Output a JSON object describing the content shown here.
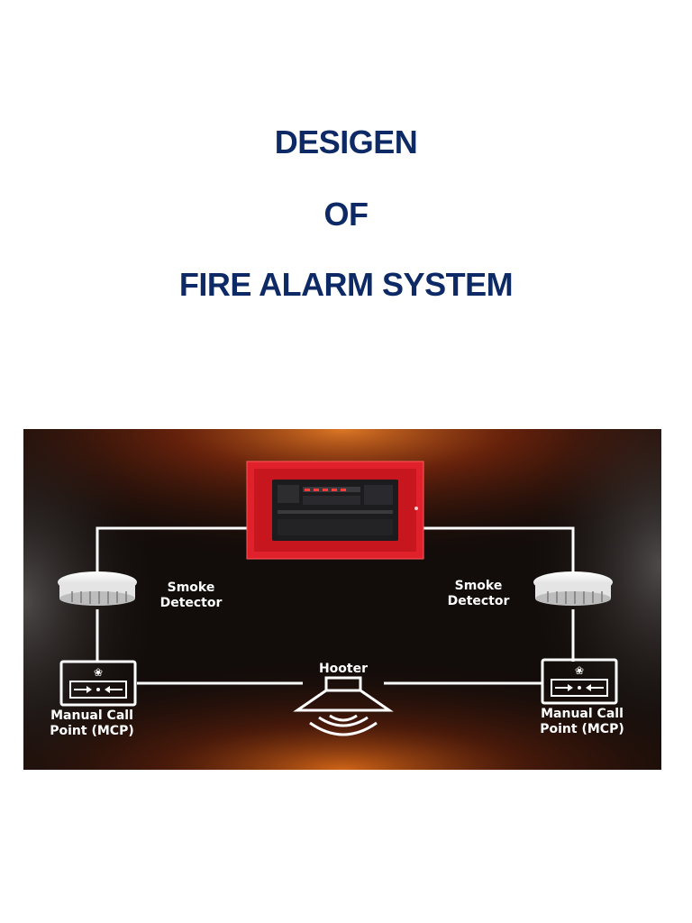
{
  "title": {
    "line1": "DESIGEN",
    "line2": "OF",
    "line3": "FIRE ALARM SYSTEM",
    "color": "#0d2a66"
  },
  "diagram": {
    "labels": {
      "smoke_left_l1": "Smoke",
      "smoke_left_l2": "Detector",
      "smoke_right_l1": "Smoke",
      "smoke_right_l2": "Detector",
      "hooter": "Hooter",
      "mcp_left_l1": "Manual Call",
      "mcp_left_l2": "Point (MCP)",
      "mcp_right_l1": "Manual Call",
      "mcp_right_l2": "Point (MCP)"
    },
    "icons": {
      "panel": "fire-alarm-control-panel-icon",
      "smoke": "smoke-detector-icon",
      "mcp": "manual-call-point-icon",
      "hooter": "hooter-siren-icon"
    },
    "colors": {
      "background": "#120c0a",
      "panel_red": "#e0202a",
      "wire": "#ffffff",
      "fire_glow": "#ff7a1a"
    }
  }
}
